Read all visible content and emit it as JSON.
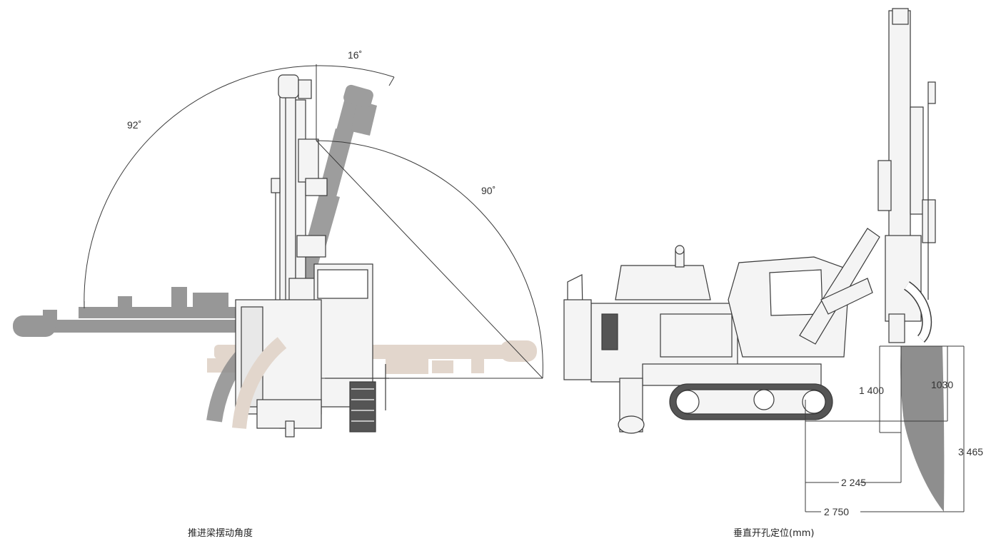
{
  "left_figure": {
    "caption": "推进梁摆动角度",
    "angles": {
      "top": "16˚",
      "left": "92˚",
      "right": "90˚"
    }
  },
  "right_figure": {
    "caption": "垂直开孔定位(mm)",
    "dimensions": {
      "height_outer": "1 400",
      "height_inner": "1030",
      "depth_total": "3 465",
      "width_inner": "2 245",
      "width_outer": "2 750"
    }
  },
  "colors": {
    "line": "#3a3a3a",
    "ghost_gray": "#8c8c8c",
    "ghost_beige": "#e2d6cc",
    "machine_fill": "#f4f4f4",
    "crescent": "#8e8e8e"
  }
}
